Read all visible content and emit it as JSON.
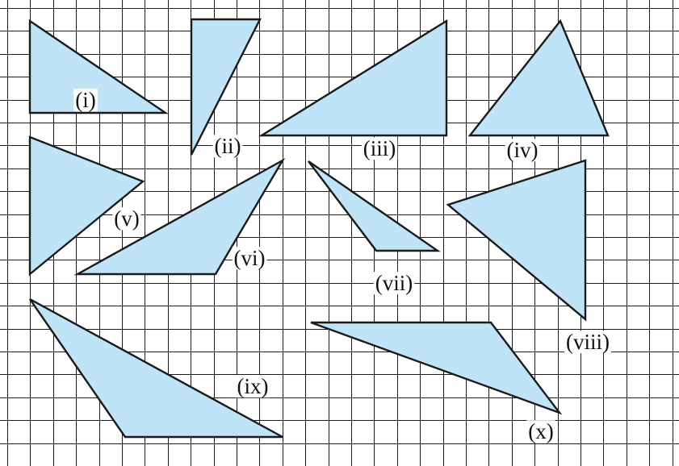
{
  "colors": {
    "triangle_fill": "#bfe4f7",
    "outline": "#1a1a1a",
    "grid": "#1a1a1a",
    "background": "#ffffff"
  },
  "triangles": [
    {
      "id": "i",
      "label": "(i)"
    },
    {
      "id": "ii",
      "label": "(ii)"
    },
    {
      "id": "iii",
      "label": "(iii)"
    },
    {
      "id": "iv",
      "label": "(iv)"
    },
    {
      "id": "v",
      "label": "(v)"
    },
    {
      "id": "vi",
      "label": "(vi)"
    },
    {
      "id": "vii",
      "label": "(vii)"
    },
    {
      "id": "viii",
      "label": "(viii)"
    },
    {
      "id": "ix",
      "label": "(ix)"
    },
    {
      "id": "x",
      "label": "(x)"
    }
  ]
}
